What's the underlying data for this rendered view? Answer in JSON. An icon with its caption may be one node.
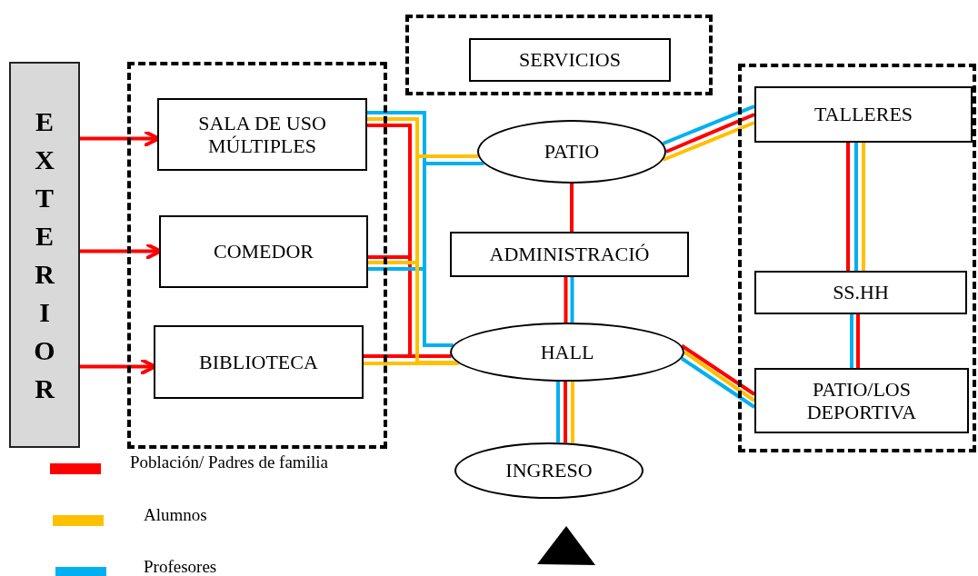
{
  "diagram": {
    "nodes": [
      {
        "text": [
          "EXTERIOR"
        ]
      },
      {
        "text": [],
        "shape": "box"
      },
      {
        "text": [
          "SALA DE USO MÚLTIPLES"
        ],
        "in": 1
      },
      {
        "text": [
          "COMEDOR"
        ],
        "in": 1
      },
      {
        "text": [
          "BIBLIOTECA"
        ],
        "in": 1
      },
      {
        "text": [],
        "shape": "box"
      },
      {
        "text": [
          "SERVICIOS"
        ],
        "in": 5
      },
      {
        "text": [
          "PATIO"
        ]
      },
      {
        "text": [
          "ADMINISTRACIÓ"
        ]
      },
      {
        "text": [
          "HALL"
        ]
      },
      {
        "text": [
          "INGRESO"
        ]
      },
      {
        "text": [],
        "shape": "box"
      },
      {
        "text": [
          "TALLERES"
        ],
        "in": 11
      },
      {
        "text": [
          "SS.HH"
        ],
        "in": 11
      },
      {
        "text": [
          "PATIO/LOS DEPORTIVA"
        ],
        "in": 11
      }
    ],
    "edges": [
      {
        "from": 0,
        "to": 2,
        "arrow": "to",
        "color": "#ff0000"
      },
      {
        "from": 0,
        "to": 3,
        "arrow": "to",
        "color": "#ff0000"
      },
      {
        "from": 0,
        "to": 4,
        "arrow": "to",
        "color": "#ff0000"
      },
      {
        "from": 2,
        "to": 9,
        "arrow": "none",
        "color": "#ff0000"
      },
      {
        "from": 2,
        "to": 9,
        "arrow": "none",
        "color": "#ffc000"
      },
      {
        "from": 2,
        "to": 9,
        "arrow": "none",
        "color": "#00b0f0"
      },
      {
        "from": 3,
        "to": 9,
        "arrow": "none",
        "color": "#ff0000"
      },
      {
        "from": 3,
        "to": 9,
        "arrow": "none",
        "color": "#ffc000"
      },
      {
        "from": 3,
        "to": 9,
        "arrow": "none",
        "color": "#00b0f0"
      },
      {
        "from": 4,
        "to": 9,
        "arrow": "none",
        "color": "#ff0000"
      },
      {
        "from": 4,
        "to": 9,
        "arrow": "none",
        "color": "#ffc000"
      },
      {
        "from": 7,
        "to": 9,
        "arrow": "none",
        "color": "#ffc000"
      },
      {
        "from": 7,
        "to": 9,
        "arrow": "none",
        "color": "#00b0f0"
      },
      {
        "from": 7,
        "to": 8,
        "arrow": "none",
        "color": "#ff0000"
      },
      {
        "from": 8,
        "to": 9,
        "arrow": "none",
        "color": "#ff0000"
      },
      {
        "from": 8,
        "to": 9,
        "arrow": "none",
        "color": "#00b0f0"
      },
      {
        "from": 9,
        "to": 10,
        "arrow": "none",
        "color": "#00b0f0"
      },
      {
        "from": 9,
        "to": 10,
        "arrow": "none",
        "color": "#ff0000"
      },
      {
        "from": 9,
        "to": 10,
        "arrow": "none",
        "color": "#ffc000"
      },
      {
        "from": 7,
        "to": 12,
        "arrow": "none",
        "color": "#00b0f0"
      },
      {
        "from": 7,
        "to": 12,
        "arrow": "none",
        "color": "#ff0000"
      },
      {
        "from": 7,
        "to": 12,
        "arrow": "none",
        "color": "#ffc000"
      },
      {
        "from": 12,
        "to": 13,
        "arrow": "none",
        "color": "#ff0000"
      },
      {
        "from": 12,
        "to": 13,
        "arrow": "none",
        "color": "#00b0f0"
      },
      {
        "from": 12,
        "to": 13,
        "arrow": "none",
        "color": "#ffc000"
      },
      {
        "from": 13,
        "to": 14,
        "arrow": "none",
        "color": "#00b0f0"
      },
      {
        "from": 13,
        "to": 14,
        "arrow": "none",
        "color": "#ff0000"
      },
      {
        "from": 9,
        "to": 14,
        "arrow": "none",
        "color": "#ff0000"
      },
      {
        "from": 9,
        "to": 14,
        "arrow": "none",
        "color": "#ffc000"
      },
      {
        "from": 9,
        "to": 14,
        "arrow": "none",
        "color": "#00b0f0"
      }
    ],
    "legend": [
      {
        "text": "Población/ Padres de familia",
        "color": "#ff0000"
      },
      {
        "text": "Alumnos",
        "color": "#ffc000"
      },
      {
        "text": "Profesores",
        "color": "#00b0f0"
      }
    ]
  }
}
